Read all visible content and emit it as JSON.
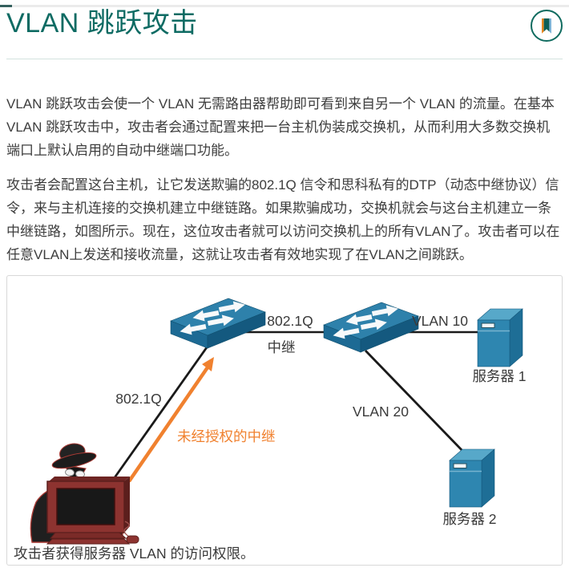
{
  "header": {
    "title": "VLAN 跳跃攻击",
    "bookmark_icon": "bookmark-icon"
  },
  "content": {
    "paragraph1": "VLAN 跳跃攻击会使一个 VLAN 无需路由器帮助即可看到来自另一个 VLAN 的流量。在基本 VLAN 跳跃攻击中，攻击者会通过配置来把一台主机伪装成交换机，从而利用大多数交换机端口上默认启用的自动中继端口功能。",
    "paragraph2": "攻击者会配置这台主机，让它发送欺骗的802.1Q 信令和思科私有的DTP（动态中继协议）信令，来与主机连接的交换机建立中继链路。如果欺骗成功，交换机就会与这台主机建立一条中继链路，如图所示。现在，这位攻击者就可以访问交换机上的所有VLAN了。攻击者可以在任意VLAN上发送和接收流量，这就让攻击者有效地实现了在VLAN之间跳跃。"
  },
  "diagram": {
    "labels": {
      "trunk_8021q": "802.1Q",
      "trunk_zhongji": "中继",
      "vlan10": "VLAN 10",
      "vlan20": "VLAN 20",
      "server1": "服务器 1",
      "server2": "服务器 2",
      "attacker_8021q": "802.1Q",
      "unauthorized_trunk": "未经授权的中继",
      "caption": "攻击者获得服务器 VLAN 的访问权限。"
    },
    "nodes": [
      "switch-1",
      "switch-2",
      "server-1",
      "server-2",
      "attacker-host"
    ],
    "colors": {
      "switch_top": "#2E81AB",
      "switch_front": "#1D6A94",
      "switch_side": "#14597F",
      "server_top": "#57A8C9",
      "server_front": "#2E86B0",
      "server_side": "#1E6E96",
      "link_line": "#1a1a1a",
      "attack_orange": "#F0812F",
      "attacker_red": "#8D3330"
    }
  },
  "theme": {
    "title_color": "#0E6B63",
    "accent": "#0F6B5F",
    "body_text": "#3D3D3D",
    "rule_color": "#D3E2DE"
  }
}
